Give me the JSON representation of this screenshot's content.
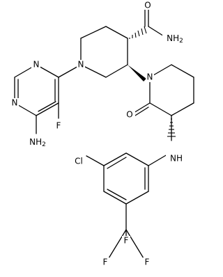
{
  "molecule": {
    "atom_labels": {
      "amide_oxygen": "O",
      "amide_nh2": "NH2",
      "piperidine_n": "N",
      "lactam_n": "N",
      "lactam_oxygen": "O",
      "amine_nh": "NH",
      "pyrimidine_n1": "N",
      "pyrimidine_n3": "N",
      "fluoro": "F",
      "amino_nh2": "NH2",
      "chloro": "Cl",
      "cf3_f_top": "F",
      "cf3_f_left": "F",
      "cf3_f_right": "F"
    },
    "colors": {
      "bond": "#000000",
      "label": "#000000",
      "background": "#ffffff"
    }
  }
}
